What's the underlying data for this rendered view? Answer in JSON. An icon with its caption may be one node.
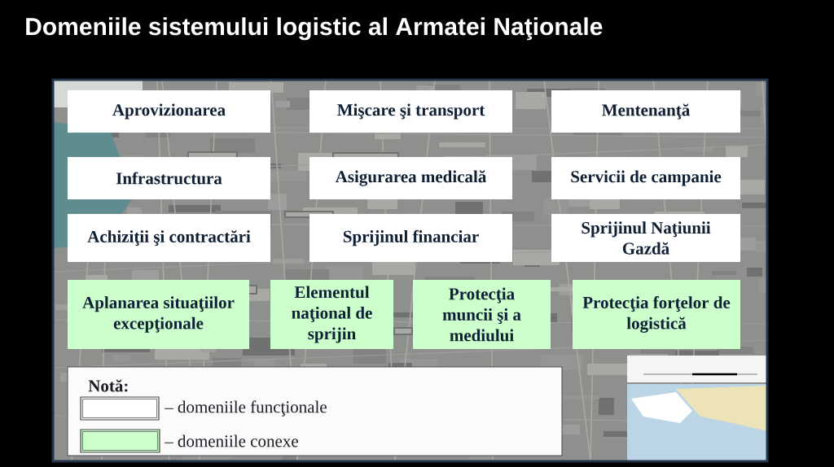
{
  "diagram": {
    "title": "Domeniile sistemului logistic al Armatei Naţionale",
    "nodes": [
      {
        "text": [
          "Aprovizionarea"
        ]
      },
      {
        "text": [
          "Mişcare şi transport"
        ]
      },
      {
        "text": [
          "Mentenanţă"
        ]
      },
      {
        "text": [
          "Infrastructura"
        ]
      },
      {
        "text": [
          "Asigurarea medicală"
        ]
      },
      {
        "text": [
          "Servicii de campanie"
        ]
      },
      {
        "text": [
          "Achiziţii şi contractări"
        ]
      },
      {
        "text": [
          "Sprijinul financiar"
        ]
      },
      {
        "text": [
          "Sprijinul Naţiunii Gazdă"
        ]
      },
      {
        "text": [
          "Aplanarea situaţiilor excepţionale"
        ]
      },
      {
        "text": [
          "Elementul naţional de sprijin"
        ]
      },
      {
        "text": [
          "Protecţia muncii şi a mediului"
        ]
      },
      {
        "text": [
          "Protecţia forţelor de logistică"
        ]
      }
    ],
    "labels": [
      "Notă:"
    ],
    "legend": [
      {
        "text": "– domeniile funcţionale",
        "color": "#ffffff"
      },
      {
        "text": "– domeniile conexe",
        "color": "#ccffcc"
      }
    ]
  }
}
